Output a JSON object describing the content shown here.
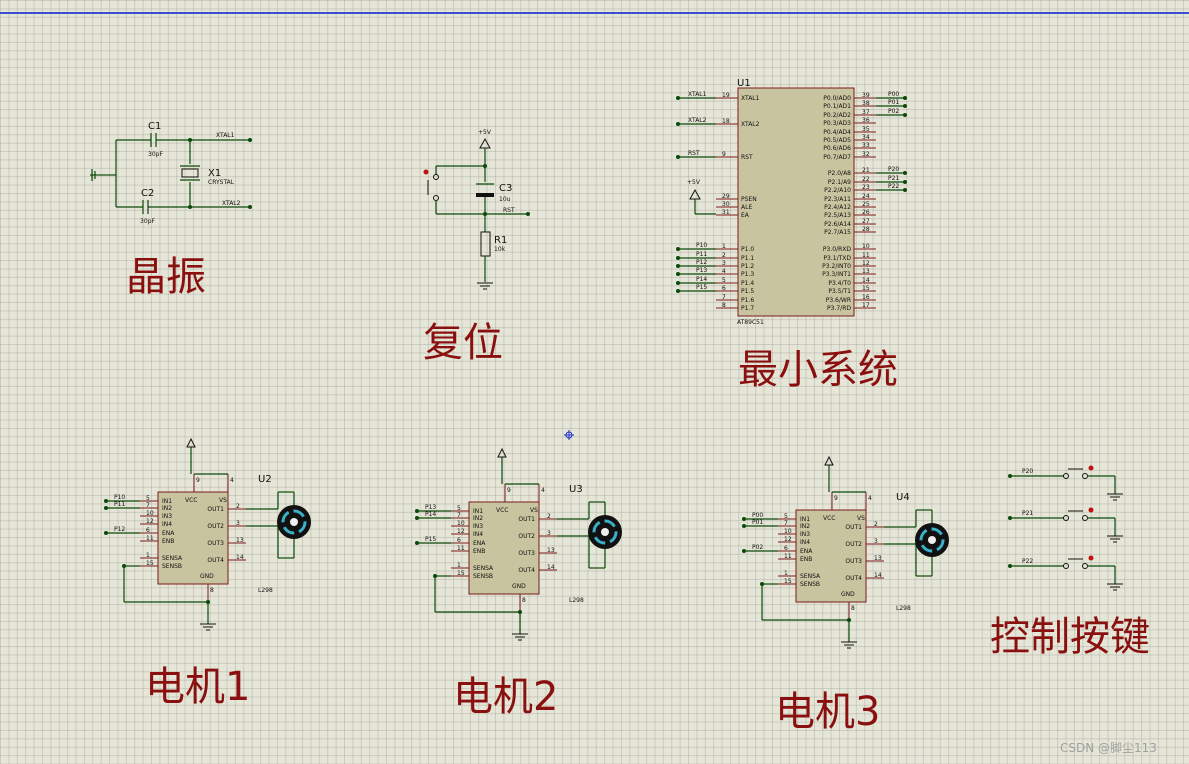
{
  "sections": {
    "crystal": "晶振",
    "reset": "复位",
    "minimal_system": "最小系统",
    "motor1": "电机1",
    "motor2": "电机2",
    "motor3": "电机3",
    "buttons": "控制按键"
  },
  "crystal": {
    "c1": {
      "ref": "C1",
      "value": "30pF"
    },
    "c2": {
      "ref": "C2",
      "value": "30pF"
    },
    "x1": {
      "ref": "X1",
      "value": "CRYSTAL"
    },
    "net1": "XTAL1",
    "net2": "XTAL2"
  },
  "reset": {
    "supply": "+5V",
    "c3": {
      "ref": "C3",
      "value": "10u"
    },
    "r1": {
      "ref": "R1",
      "value": "10k"
    },
    "net": "RST"
  },
  "mcu": {
    "ref": "U1",
    "part": "AT89C51",
    "supply": "+5V",
    "left_pins": [
      {
        "num": "19",
        "name": "XTAL1"
      },
      {
        "num": "18",
        "name": "XTAL2"
      },
      {
        "num": "9",
        "name": "RST"
      },
      {
        "num": "29",
        "name": "PSEN"
      },
      {
        "num": "30",
        "name": "ALE"
      },
      {
        "num": "31",
        "name": "EA"
      },
      {
        "num": "1",
        "name": "P1.0"
      },
      {
        "num": "2",
        "name": "P1.1"
      },
      {
        "num": "3",
        "name": "P1.2"
      },
      {
        "num": "4",
        "name": "P1.3"
      },
      {
        "num": "5",
        "name": "P1.4"
      },
      {
        "num": "6",
        "name": "P1.5"
      },
      {
        "num": "7",
        "name": "P1.6"
      },
      {
        "num": "8",
        "name": "P1.7"
      }
    ],
    "right_pins": [
      {
        "num": "39",
        "name": "P0.0/AD0"
      },
      {
        "num": "38",
        "name": "P0.1/AD1"
      },
      {
        "num": "37",
        "name": "P0.2/AD2"
      },
      {
        "num": "36",
        "name": "P0.3/AD3"
      },
      {
        "num": "35",
        "name": "P0.4/AD4"
      },
      {
        "num": "34",
        "name": "P0.5/AD5"
      },
      {
        "num": "33",
        "name": "P0.6/AD6"
      },
      {
        "num": "32",
        "name": "P0.7/AD7"
      },
      {
        "num": "21",
        "name": "P2.0/A8"
      },
      {
        "num": "22",
        "name": "P2.1/A9"
      },
      {
        "num": "23",
        "name": "P2.2/A10"
      },
      {
        "num": "24",
        "name": "P2.3/A11"
      },
      {
        "num": "25",
        "name": "P2.4/A12"
      },
      {
        "num": "26",
        "name": "P2.5/A13"
      },
      {
        "num": "27",
        "name": "P2.6/A14"
      },
      {
        "num": "28",
        "name": "P2.7/A15"
      },
      {
        "num": "10",
        "name": "P3.0/RXD"
      },
      {
        "num": "11",
        "name": "P3.1/TXD"
      },
      {
        "num": "12",
        "name": "P3.2/INT0"
      },
      {
        "num": "13",
        "name": "P3.3/INT1"
      },
      {
        "num": "14",
        "name": "P3.4/T0"
      },
      {
        "num": "15",
        "name": "P3.5/T1"
      },
      {
        "num": "16",
        "name": "P3.6/WR"
      },
      {
        "num": "17",
        "name": "P3.7/RD"
      }
    ],
    "net_labels_left": [
      "XTAL1",
      "XTAL2",
      "RST",
      "P10",
      "P11",
      "P12",
      "P13",
      "P14",
      "P15"
    ],
    "net_labels_right": [
      "P00",
      "P01",
      "P02",
      "P20",
      "P21",
      "P22"
    ]
  },
  "drivers": [
    {
      "ref": "U2",
      "part": "L298",
      "inputs": [
        "P10",
        "P11",
        "",
        "P12"
      ]
    },
    {
      "ref": "U3",
      "part": "L298",
      "inputs": [
        "P13",
        "P14",
        "",
        "P15"
      ]
    },
    {
      "ref": "U4",
      "part": "L298",
      "inputs": [
        "P00",
        "P01",
        "",
        "P02"
      ]
    }
  ],
  "driver_pins": {
    "left": [
      {
        "num": "5",
        "name": "IN1"
      },
      {
        "num": "7",
        "name": "IN2"
      },
      {
        "num": "10",
        "name": "IN3"
      },
      {
        "num": "12",
        "name": "IN4"
      },
      {
        "num": "6",
        "name": "ENA"
      },
      {
        "num": "11",
        "name": "ENB"
      },
      {
        "num": "1",
        "name": "SENSA"
      },
      {
        "num": "15",
        "name": "SENSB"
      }
    ],
    "right": [
      {
        "num": "2",
        "name": "OUT1"
      },
      {
        "num": "3",
        "name": "OUT2"
      },
      {
        "num": "13",
        "name": "OUT3"
      },
      {
        "num": "14",
        "name": "OUT4"
      }
    ],
    "top": [
      {
        "num": "9",
        "name": "VCC"
      },
      {
        "num": "4",
        "name": "VS"
      }
    ],
    "bottom": {
      "num": "8",
      "name": "GND"
    }
  },
  "buttons": [
    "P20",
    "P21",
    "P22"
  ],
  "watermark": "CSDN @脚尘113"
}
